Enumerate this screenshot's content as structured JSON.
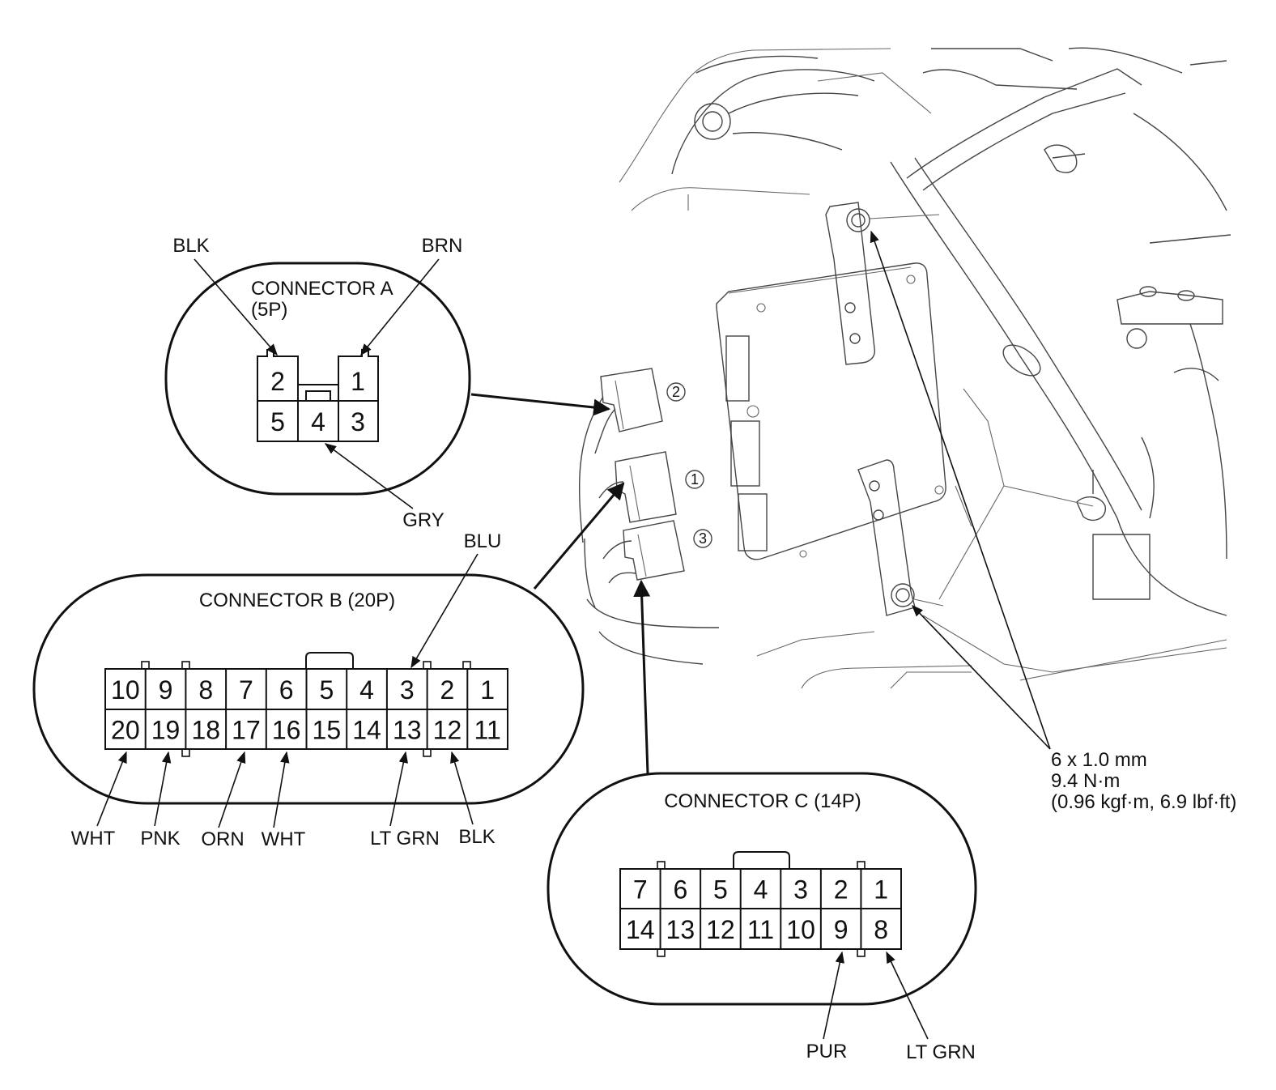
{
  "connector_a": {
    "title": "CONNECTOR A",
    "subtitle": "(5P)",
    "pins_top": [
      "2",
      "",
      "1"
    ],
    "pins_bottom": [
      "5",
      "4",
      "3"
    ],
    "wires": {
      "pin2": "BLK",
      "pin1": "BRN",
      "pin4": "GRY"
    }
  },
  "connector_b": {
    "title": "CONNECTOR B (20P)",
    "pins_top": [
      "10",
      "9",
      "8",
      "7",
      "6",
      "5",
      "4",
      "3",
      "2",
      "1"
    ],
    "pins_bottom": [
      "20",
      "19",
      "18",
      "17",
      "16",
      "15",
      "14",
      "13",
      "12",
      "11"
    ],
    "wires": {
      "pin3": "BLU",
      "pin20": "WHT",
      "pin19": "PNK",
      "pin17": "ORN",
      "pin16": "WHT",
      "pin13": "LT GRN",
      "pin12": "BLK"
    }
  },
  "connector_c": {
    "title": "CONNECTOR C (14P)",
    "pins_top": [
      "7",
      "6",
      "5",
      "4",
      "3",
      "2",
      "1"
    ],
    "pins_bottom": [
      "14",
      "13",
      "12",
      "11",
      "10",
      "9",
      "8"
    ],
    "wires": {
      "pin9": "PUR",
      "pin8": "LT GRN"
    }
  },
  "callouts": {
    "one": "①",
    "two": "②",
    "three": "③"
  },
  "torque_spec": {
    "line1": "6 x 1.0 mm",
    "line2": "9.4 N·m",
    "line3": "(0.96 kgf·m, 6.9 lbf·ft)"
  }
}
